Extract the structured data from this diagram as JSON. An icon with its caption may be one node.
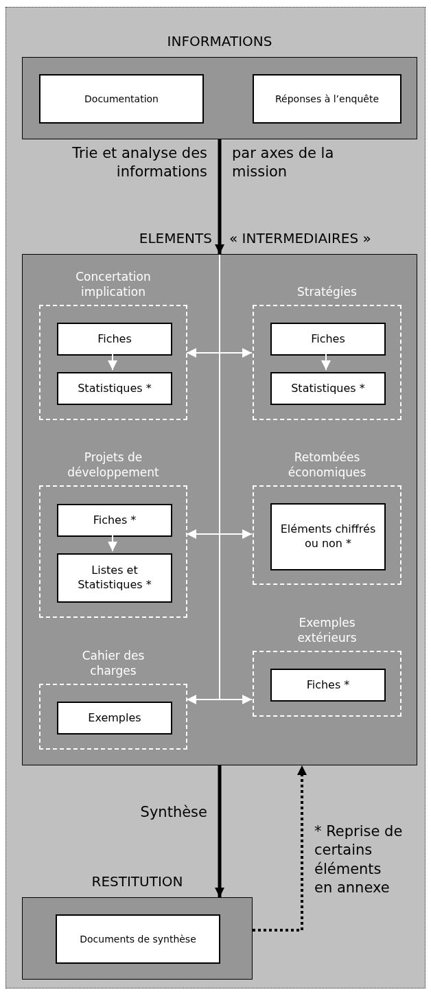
{
  "diagram": {
    "nodes": [
      {
        "text": [
          "INFORMATIONS"
        ]
      },
      {
        "text": [
          "Documentation"
        ],
        "in": 0
      },
      {
        "text": [
          "Réponses à l’enquête"
        ],
        "in": 0
      },
      {
        "text": [
          "ELEMENTS",
          "« INTERMEDIAIRES »"
        ]
      },
      {
        "text": [
          "Concertation implication"
        ],
        "in": 3
      },
      {
        "text": [
          "Fiches"
        ],
        "in": 4
      },
      {
        "text": [
          "Statistiques *"
        ],
        "in": 4
      },
      {
        "text": [
          "Stratégies"
        ],
        "in": 3
      },
      {
        "text": [
          "Fiches"
        ],
        "in": 7
      },
      {
        "text": [
          "Statistiques *"
        ],
        "in": 7
      },
      {
        "text": [
          "Projets de développement"
        ],
        "in": 3
      },
      {
        "text": [
          "Fiches *"
        ],
        "in": 10
      },
      {
        "text": [
          "Listes et Statistiques *"
        ],
        "in": 10
      },
      {
        "text": [
          "Retombées économiques"
        ],
        "in": 3
      },
      {
        "text": [
          "Eléments chiffrés ou non *"
        ],
        "in": 13
      },
      {
        "text": [
          "Cahier des charges"
        ],
        "in": 3
      },
      {
        "text": [
          "Exemples"
        ],
        "in": 15
      },
      {
        "text": [
          "Exemples extérieurs"
        ],
        "in": 3
      },
      {
        "text": [
          "Fiches *"
        ],
        "in": 17
      },
      {
        "text": [
          "RESTITUTION"
        ]
      },
      {
        "text": [
          "Documents de synthèse"
        ],
        "in": 19
      }
    ],
    "edges": [
      {
        "from": 0,
        "to": 3,
        "arrow": "to",
        "style": "thick",
        "color": "#000000"
      },
      {
        "from": 5,
        "to": 6,
        "arrow": "to",
        "color": "#ffffff"
      },
      {
        "from": 8,
        "to": 9,
        "arrow": "to",
        "color": "#ffffff"
      },
      {
        "from": 11,
        "to": 12,
        "arrow": "to",
        "color": "#ffffff"
      },
      {
        "from": 4,
        "to": 7,
        "arrow": "both",
        "color": "#ffffff"
      },
      {
        "from": 10,
        "to": 13,
        "arrow": "both",
        "color": "#ffffff"
      },
      {
        "from": 15,
        "to": 17,
        "arrow": "both",
        "color": "#ffffff"
      },
      {
        "from": 3,
        "to": 19,
        "arrow": "to",
        "style": "thick",
        "color": "#000000",
        "label": "Synthèse"
      },
      {
        "from": 19,
        "to": 3,
        "arrow": "to",
        "style": "dashed",
        "color": "#000000",
        "label": "* Reprise de certains éléments en annexe"
      }
    ],
    "labels": [
      "Trie et analyse des informations",
      "par axes de la mission"
    ]
  }
}
